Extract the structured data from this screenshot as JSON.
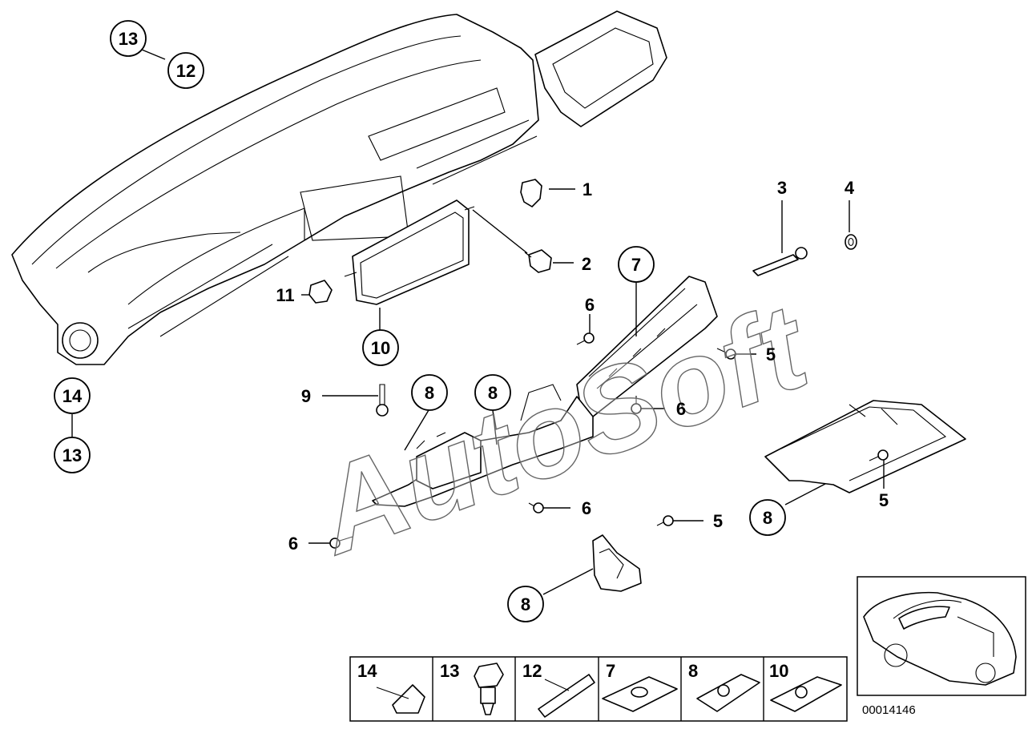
{
  "diagram": {
    "callouts": [
      {
        "id": "c-13-top",
        "label": "13"
      },
      {
        "id": "c-12-top",
        "label": "12"
      },
      {
        "id": "c-14-left",
        "label": "14"
      },
      {
        "id": "c-13-left",
        "label": "13"
      },
      {
        "id": "c-10",
        "label": "10"
      },
      {
        "id": "c-7",
        "label": "7"
      },
      {
        "id": "c-8-a",
        "label": "8"
      },
      {
        "id": "c-8-b",
        "label": "8"
      },
      {
        "id": "c-8-right",
        "label": "8"
      },
      {
        "id": "c-8-bottom",
        "label": "8"
      }
    ],
    "labels": [
      {
        "id": "l-1",
        "label": "1"
      },
      {
        "id": "l-2",
        "label": "2"
      },
      {
        "id": "l-3",
        "label": "3"
      },
      {
        "id": "l-4",
        "label": "4"
      },
      {
        "id": "l-11",
        "label": "11"
      },
      {
        "id": "l-6-a",
        "label": "6"
      },
      {
        "id": "l-5-a",
        "label": "5"
      },
      {
        "id": "l-9",
        "label": "9"
      },
      {
        "id": "l-6-b",
        "label": "6"
      },
      {
        "id": "l-5-b",
        "label": "5"
      },
      {
        "id": "l-6-c",
        "label": "6"
      },
      {
        "id": "l-6-d",
        "label": "6"
      },
      {
        "id": "l-5-c",
        "label": "5"
      }
    ],
    "legend": [
      "14",
      "13",
      "12",
      "7",
      "8",
      "10"
    ],
    "watermark": "AutoSoft",
    "doc_number": "00014146"
  }
}
